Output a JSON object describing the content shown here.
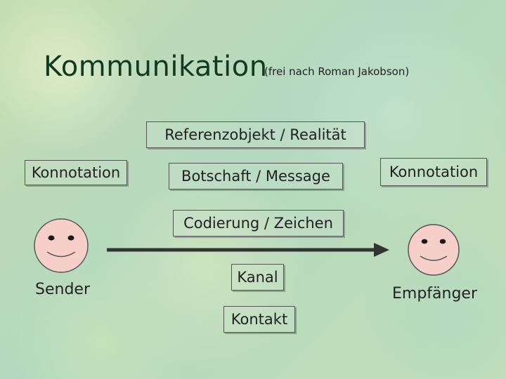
{
  "title": "Kommunikation",
  "subtitle": "(frei nach Roman Jakobson)",
  "boxes": {
    "referenzobjekt": "Referenzobjekt / Realität",
    "konnotation_left": "Konnotation",
    "botschaft": "Botschaft / Message",
    "konnotation_right": "Konnotation",
    "codierung": "Codierung / Zeichen",
    "kanal": "Kanal",
    "kontakt": "Kontakt"
  },
  "labels": {
    "sender": "Sender",
    "empfaenger": "Empfänger"
  },
  "icons": {
    "sender_face": "smiley-face-icon",
    "receiver_face": "smiley-face-icon",
    "arrow": "arrow-right-icon"
  },
  "colors": {
    "face_fill": "#f7cfc9",
    "title_color": "#123a22"
  }
}
